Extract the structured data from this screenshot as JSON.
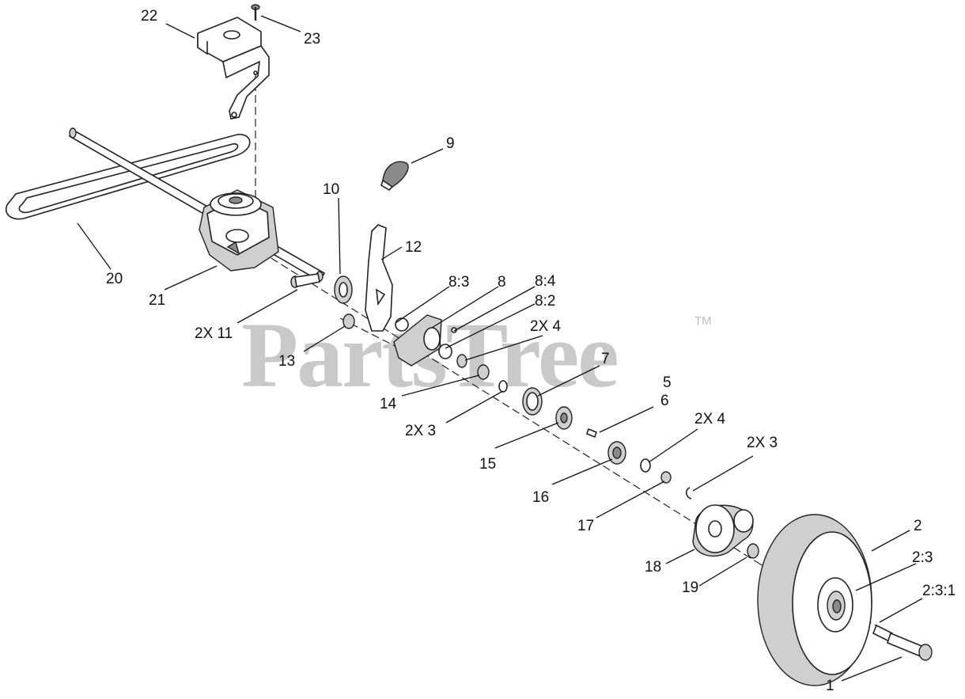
{
  "watermark": {
    "text": "PartsTree",
    "trademark": "TM"
  },
  "callouts": [
    {
      "id": "c22",
      "text": "22"
    },
    {
      "id": "c23",
      "text": "23"
    },
    {
      "id": "c9",
      "text": "9"
    },
    {
      "id": "c10",
      "text": "10"
    },
    {
      "id": "c12",
      "text": "12"
    },
    {
      "id": "c20",
      "text": "20"
    },
    {
      "id": "c21",
      "text": "21"
    },
    {
      "id": "c83",
      "text": "8:3"
    },
    {
      "id": "c8",
      "text": "8"
    },
    {
      "id": "c84",
      "text": "8:4"
    },
    {
      "id": "c82",
      "text": "8:2"
    },
    {
      "id": "c2x11",
      "text": "2X 11"
    },
    {
      "id": "c2x4a",
      "text": "2X 4"
    },
    {
      "id": "c13",
      "text": "13"
    },
    {
      "id": "c7",
      "text": "7"
    },
    {
      "id": "c14",
      "text": "14"
    },
    {
      "id": "c5",
      "text": "5"
    },
    {
      "id": "c6",
      "text": "6"
    },
    {
      "id": "c2x3a",
      "text": "2X 3"
    },
    {
      "id": "c2x4b",
      "text": "2X 4"
    },
    {
      "id": "c15",
      "text": "15"
    },
    {
      "id": "c2x3b",
      "text": "2X  3"
    },
    {
      "id": "c16",
      "text": "16"
    },
    {
      "id": "c17",
      "text": "17"
    },
    {
      "id": "c2",
      "text": "2"
    },
    {
      "id": "c23b",
      "text": "2:3"
    },
    {
      "id": "c18",
      "text": "18"
    },
    {
      "id": "c231",
      "text": "2:3:1"
    },
    {
      "id": "c19",
      "text": "19"
    },
    {
      "id": "c1",
      "text": "1"
    }
  ]
}
